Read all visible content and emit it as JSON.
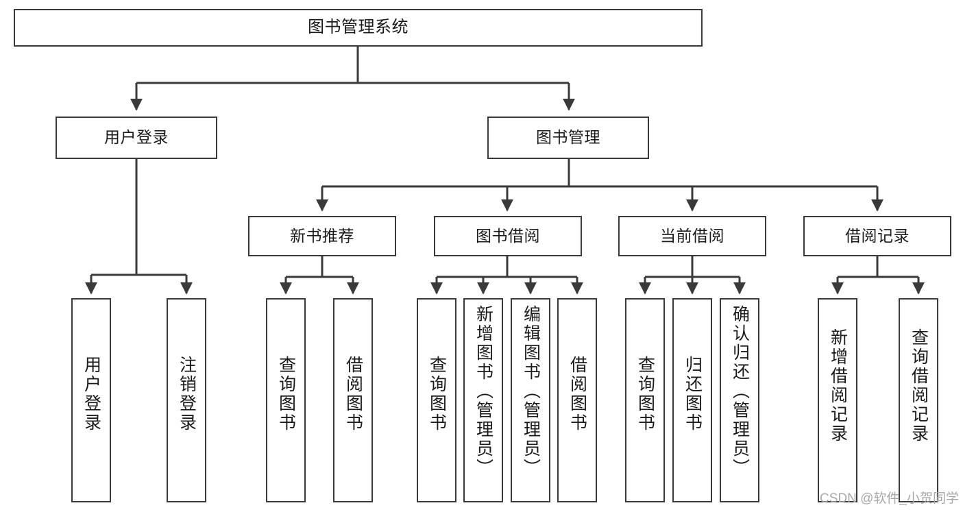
{
  "diagram": {
    "title": "图书管理系统",
    "type": "hierarchy-tree",
    "background_color": "#ffffff",
    "line_color": "#3a3a3a",
    "text_color": "#1a1a1a",
    "levels": 4,
    "nodes": {
      "root": {
        "label": "图书管理系统"
      },
      "l1": [
        {
          "label": "用户登录"
        },
        {
          "label": "图书管理"
        }
      ],
      "l2": [
        {
          "label": "新书推荐"
        },
        {
          "label": "图书借阅"
        },
        {
          "label": "当前借阅"
        },
        {
          "label": "借阅记录"
        }
      ],
      "leaves_login": [
        {
          "label": "用户登录"
        },
        {
          "label": "注销登录"
        }
      ],
      "leaves_recommend": [
        {
          "label": "查询图书"
        },
        {
          "label": "借阅图书"
        }
      ],
      "leaves_borrow": [
        {
          "label": "查询图书"
        },
        {
          "label": "新增图书（管理员）"
        },
        {
          "label": "编辑图书（管理员）"
        },
        {
          "label": "借阅图书"
        }
      ],
      "leaves_current": [
        {
          "label": "查询图书"
        },
        {
          "label": "归还图书"
        },
        {
          "label": "确认归还（管理员）"
        }
      ],
      "leaves_records": [
        {
          "label": "新增借阅记录"
        },
        {
          "label": "查询借阅记录"
        }
      ]
    }
  },
  "watermark": {
    "text": "CSDN @软件_小贺同学",
    "color": "#a8a8a8"
  }
}
